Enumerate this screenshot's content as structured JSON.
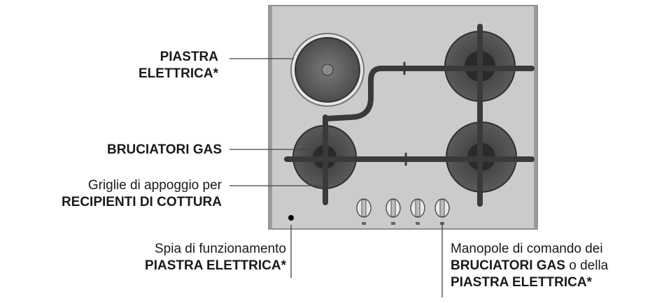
{
  "labels": {
    "electric_plate": {
      "line1": "PIASTRA",
      "line2": "ELETTRICA*"
    },
    "gas_burners": {
      "line1": "BRUCIATORI GAS"
    },
    "grids": {
      "line1": "Griglie di appoggio per",
      "line2": "RECIPIENTI DI COTTURA"
    },
    "indicator": {
      "line1": "Spia di funzionamento",
      "line2": "PIASTRA ELETTRICA*"
    },
    "knobs": {
      "line1": "Manopole di comando dei",
      "line2_bold": "BRUCIATORI GAS",
      "line2_rest": " o della",
      "line3": "PIASTRA ELETTRICA*"
    }
  },
  "colors": {
    "hob_surface": "#c9c9c9",
    "hob_edge": "#8a8a8a",
    "burner": "#4a4a4a",
    "grid": "#3c3c3c",
    "leader": "#444444"
  }
}
